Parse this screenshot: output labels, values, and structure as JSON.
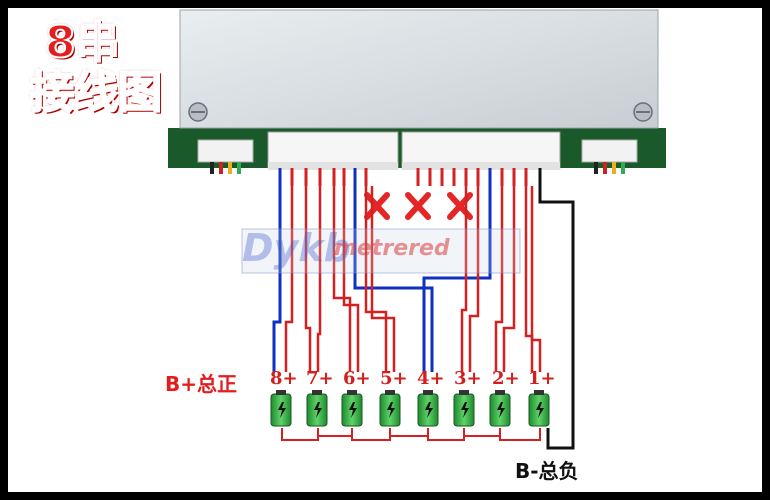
{
  "title": {
    "line1": "8串",
    "line2": "接线图"
  },
  "labels": {
    "b_plus": "B+总正",
    "b_minus": "B-总负"
  },
  "cells": [
    "8+",
    "7+",
    "6+",
    "5+",
    "4+",
    "3+",
    "2+",
    "1+"
  ],
  "watermark": {
    "brand": "Dykb",
    "suffix": "metrered"
  },
  "colors": {
    "title": "#e41e1e",
    "red_wire": "#d42020",
    "blue_wire": "#1030c0",
    "black_wire": "#111111",
    "battery": "#27a83a"
  }
}
